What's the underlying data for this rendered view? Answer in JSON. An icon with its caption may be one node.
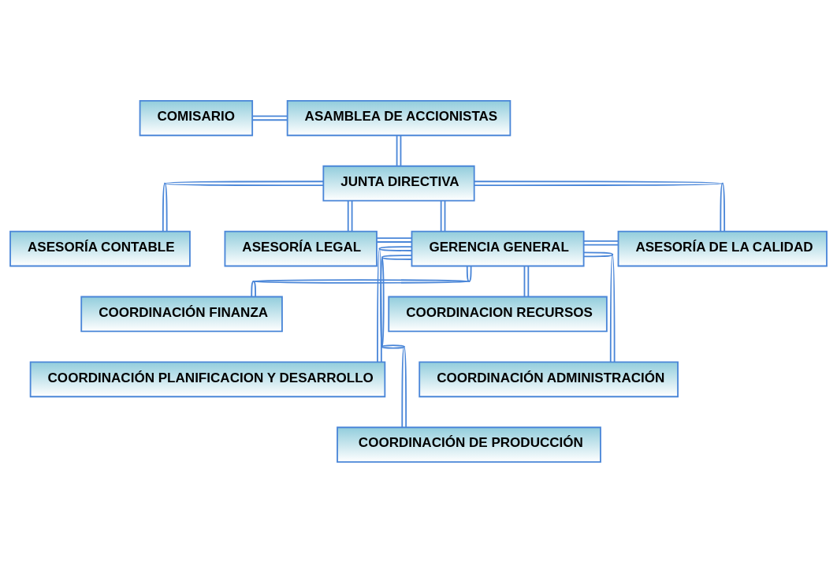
{
  "diagram": {
    "nodes": [
      {
        "text": [
          "COMISARIO"
        ]
      },
      {
        "text": [
          "ASAMBLEA DE ACCIONISTAS"
        ]
      },
      {
        "text": [
          "JUNTA DIRECTIVA"
        ]
      },
      {
        "text": [
          "ASESORÍA CONTABLE"
        ]
      },
      {
        "text": [
          "ASESORÍA LEGAL"
        ]
      },
      {
        "text": [
          "GERENCIA GENERAL"
        ]
      },
      {
        "text": [
          "ASESORÍA DE LA CALIDAD"
        ]
      },
      {
        "text": [
          "COORDINACIÓN FINANZA"
        ]
      },
      {
        "text": [
          "COORDINACION RECURSOS"
        ]
      },
      {
        "text": [
          "COORDINACIÓN PLANIFICACION Y DESARROLLO"
        ]
      },
      {
        "text": [
          "COORDINACIÓN ADMINISTRACIÓN"
        ]
      },
      {
        "text": [
          "COORDINACIÓN DE PRODUCCIÓN"
        ]
      }
    ],
    "edges": [
      {
        "from": 0,
        "to": 1,
        "arrow": "none"
      },
      {
        "from": 1,
        "to": 2,
        "arrow": "none"
      },
      {
        "from": 2,
        "to": 3,
        "arrow": "none"
      },
      {
        "from": 2,
        "to": 4,
        "arrow": "none"
      },
      {
        "from": 2,
        "to": 5,
        "arrow": "none"
      },
      {
        "from": 2,
        "to": 6,
        "arrow": "none"
      },
      {
        "from": 4,
        "to": 5,
        "arrow": "none"
      },
      {
        "from": 5,
        "to": 6,
        "arrow": "none"
      },
      {
        "from": 5,
        "to": 7,
        "arrow": "none"
      },
      {
        "from": 5,
        "to": 8,
        "arrow": "none"
      },
      {
        "from": 5,
        "to": 9,
        "arrow": "none"
      },
      {
        "from": 5,
        "to": 10,
        "arrow": "none"
      },
      {
        "from": 5,
        "to": 11,
        "arrow": "none"
      }
    ]
  }
}
